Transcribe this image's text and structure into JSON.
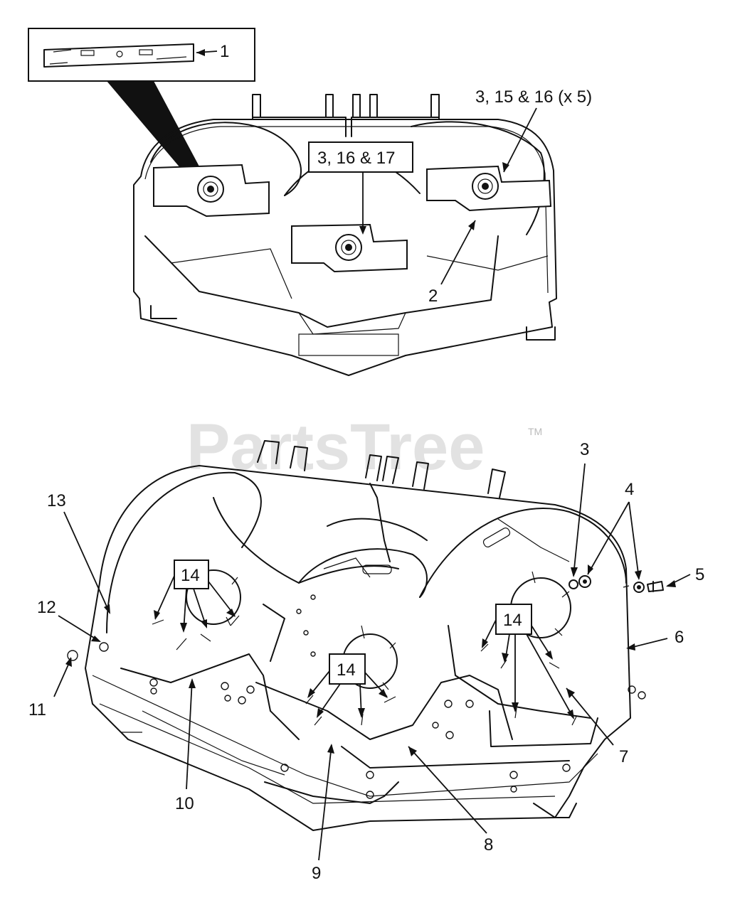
{
  "watermark": {
    "text": "PartsTree",
    "tm": "TM"
  },
  "top_view": {
    "inset_label": "1",
    "labels": {
      "blade_spindle_right": "3, 15 & 16 (x 5)",
      "blade_spindle_center": "3, 16 & 17",
      "deck_shell": "2"
    }
  },
  "bottom_view": {
    "labels": {
      "c3": "3",
      "c4": "4",
      "c5": "5",
      "c6": "6",
      "c7": "7",
      "c8": "8",
      "c9": "9",
      "c10": "10",
      "c11": "11",
      "c12": "12",
      "c13": "13",
      "c14_left": "14",
      "c14_center": "14",
      "c14_right": "14"
    }
  },
  "colors": {
    "ink": "#111111",
    "watermark": "#d9d9d9",
    "background": "#ffffff"
  }
}
